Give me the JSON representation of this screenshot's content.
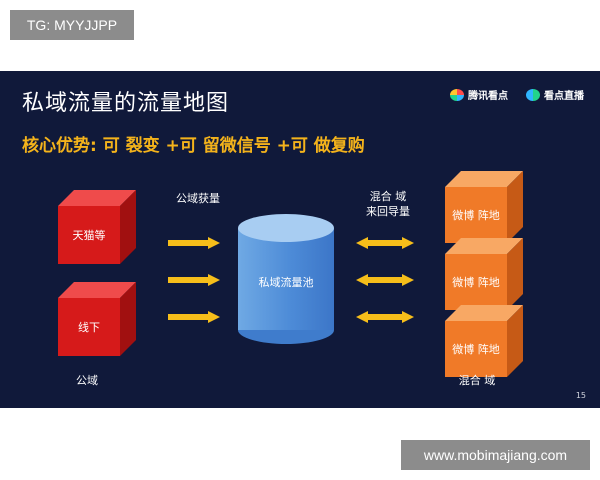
{
  "watermark_top": "TG: MYYJJPP",
  "watermark_bottom": "www.mobimajiang.com",
  "slide": {
    "title": "私域流量的流量地图",
    "subtitle": "核心优势: 可 裂变 +可 留微信号 +可 做复购",
    "logos": [
      "腾讯看点",
      "看点直播"
    ],
    "left_label": "公域获量",
    "right_label_line1": "混合 域",
    "right_label_line2": "来回导量",
    "left_cubes": [
      "天猫等",
      "线下"
    ],
    "left_bottom_label": "公域",
    "center_label": "私域流量池",
    "right_cubes": [
      "微博 阵地",
      "微博 阵地",
      "微博 阵地"
    ],
    "right_bottom_label": "混合 域",
    "page_number": "15"
  },
  "colors": {
    "background": "#10193a",
    "accent_yellow": "#f4b31b",
    "arrow": "#f6be1a",
    "red_cube": "#d61a1a",
    "orange_cube": "#f07a28",
    "cylinder": "#4d8bd7"
  }
}
